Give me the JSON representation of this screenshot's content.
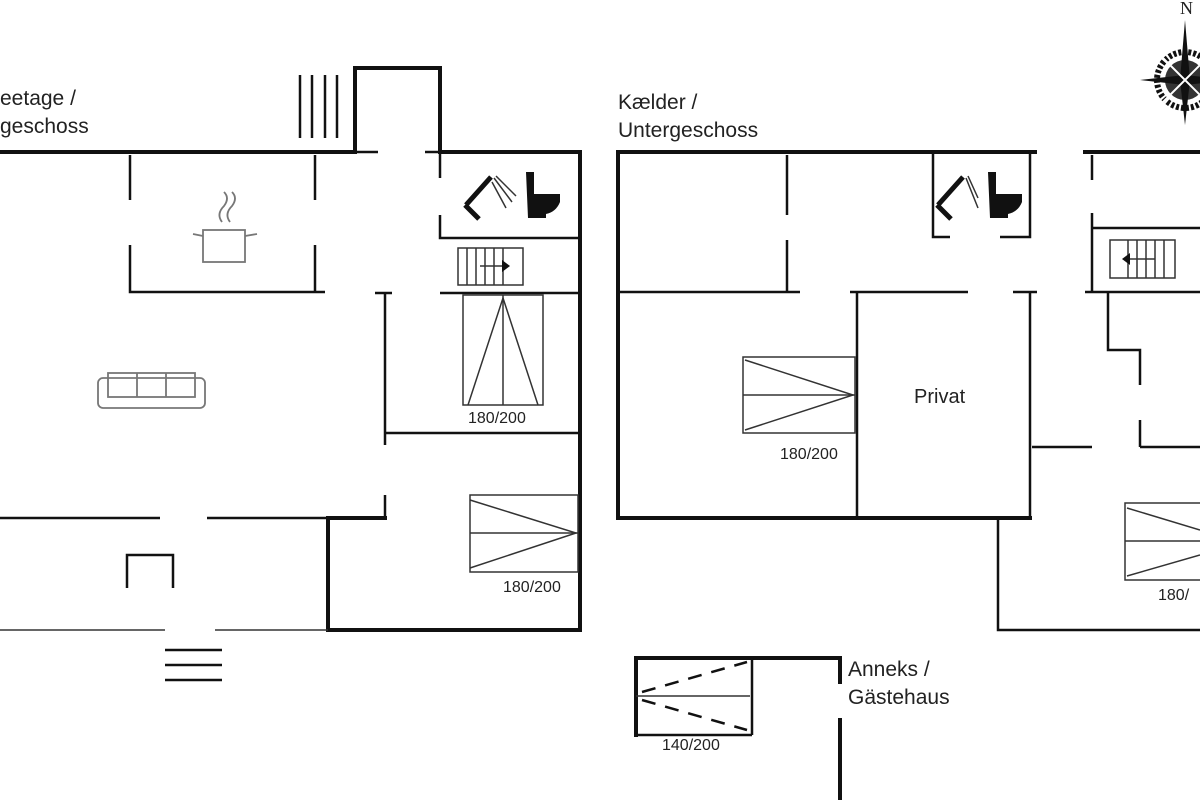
{
  "ground_floor": {
    "label_line1": "eetage /",
    "label_line2": "geschoss",
    "bed1": "180/200",
    "bed2": "180/200"
  },
  "basement": {
    "label_line1": "Kælder /",
    "label_line2": "Untergeschoss",
    "private_room": "Privat",
    "bed1": "180/200",
    "bed2": "180/"
  },
  "annex": {
    "label_line1": "Anneks /",
    "label_line2": "Gästehaus",
    "bed": "140/200"
  },
  "compass": {
    "north": "N"
  }
}
